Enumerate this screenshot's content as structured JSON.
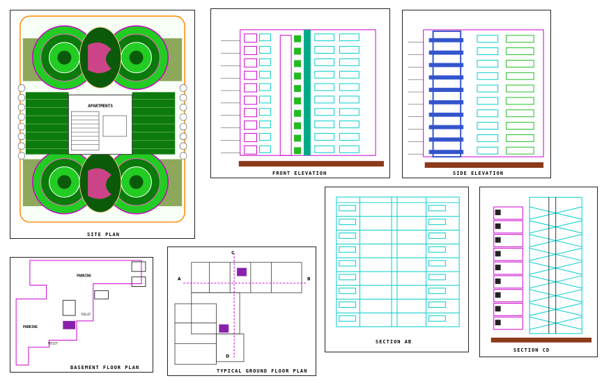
{
  "drawings": {
    "site_plan": {
      "caption": "SITE PLAN",
      "label": "APARTMENTS"
    },
    "front_elevation": {
      "caption": "FRONT ELEVATION"
    },
    "side_elevation": {
      "caption": "SIDE ELEVATION"
    },
    "section_ab": {
      "caption": "SECTION AB"
    },
    "section_cd": {
      "caption": "SECTION CD"
    },
    "basement_floor_plan": {
      "caption": "BASEMENT FLOOR PLAN",
      "labels": [
        "PARKING",
        "PARKING",
        "TOILET",
        "TOILET"
      ]
    },
    "typical_ground_floor_plan": {
      "caption": "TYPICAL GROUND FLOOR PLAN",
      "markers": [
        "A",
        "B",
        "C",
        "D"
      ]
    }
  },
  "colors": {
    "magenta": "#cc00cc",
    "cyan": "#00cccc",
    "green": "#22bb22",
    "dark_green": "#0a5a0a",
    "brown": "#8b3a1a",
    "blue": "#3355cc"
  }
}
